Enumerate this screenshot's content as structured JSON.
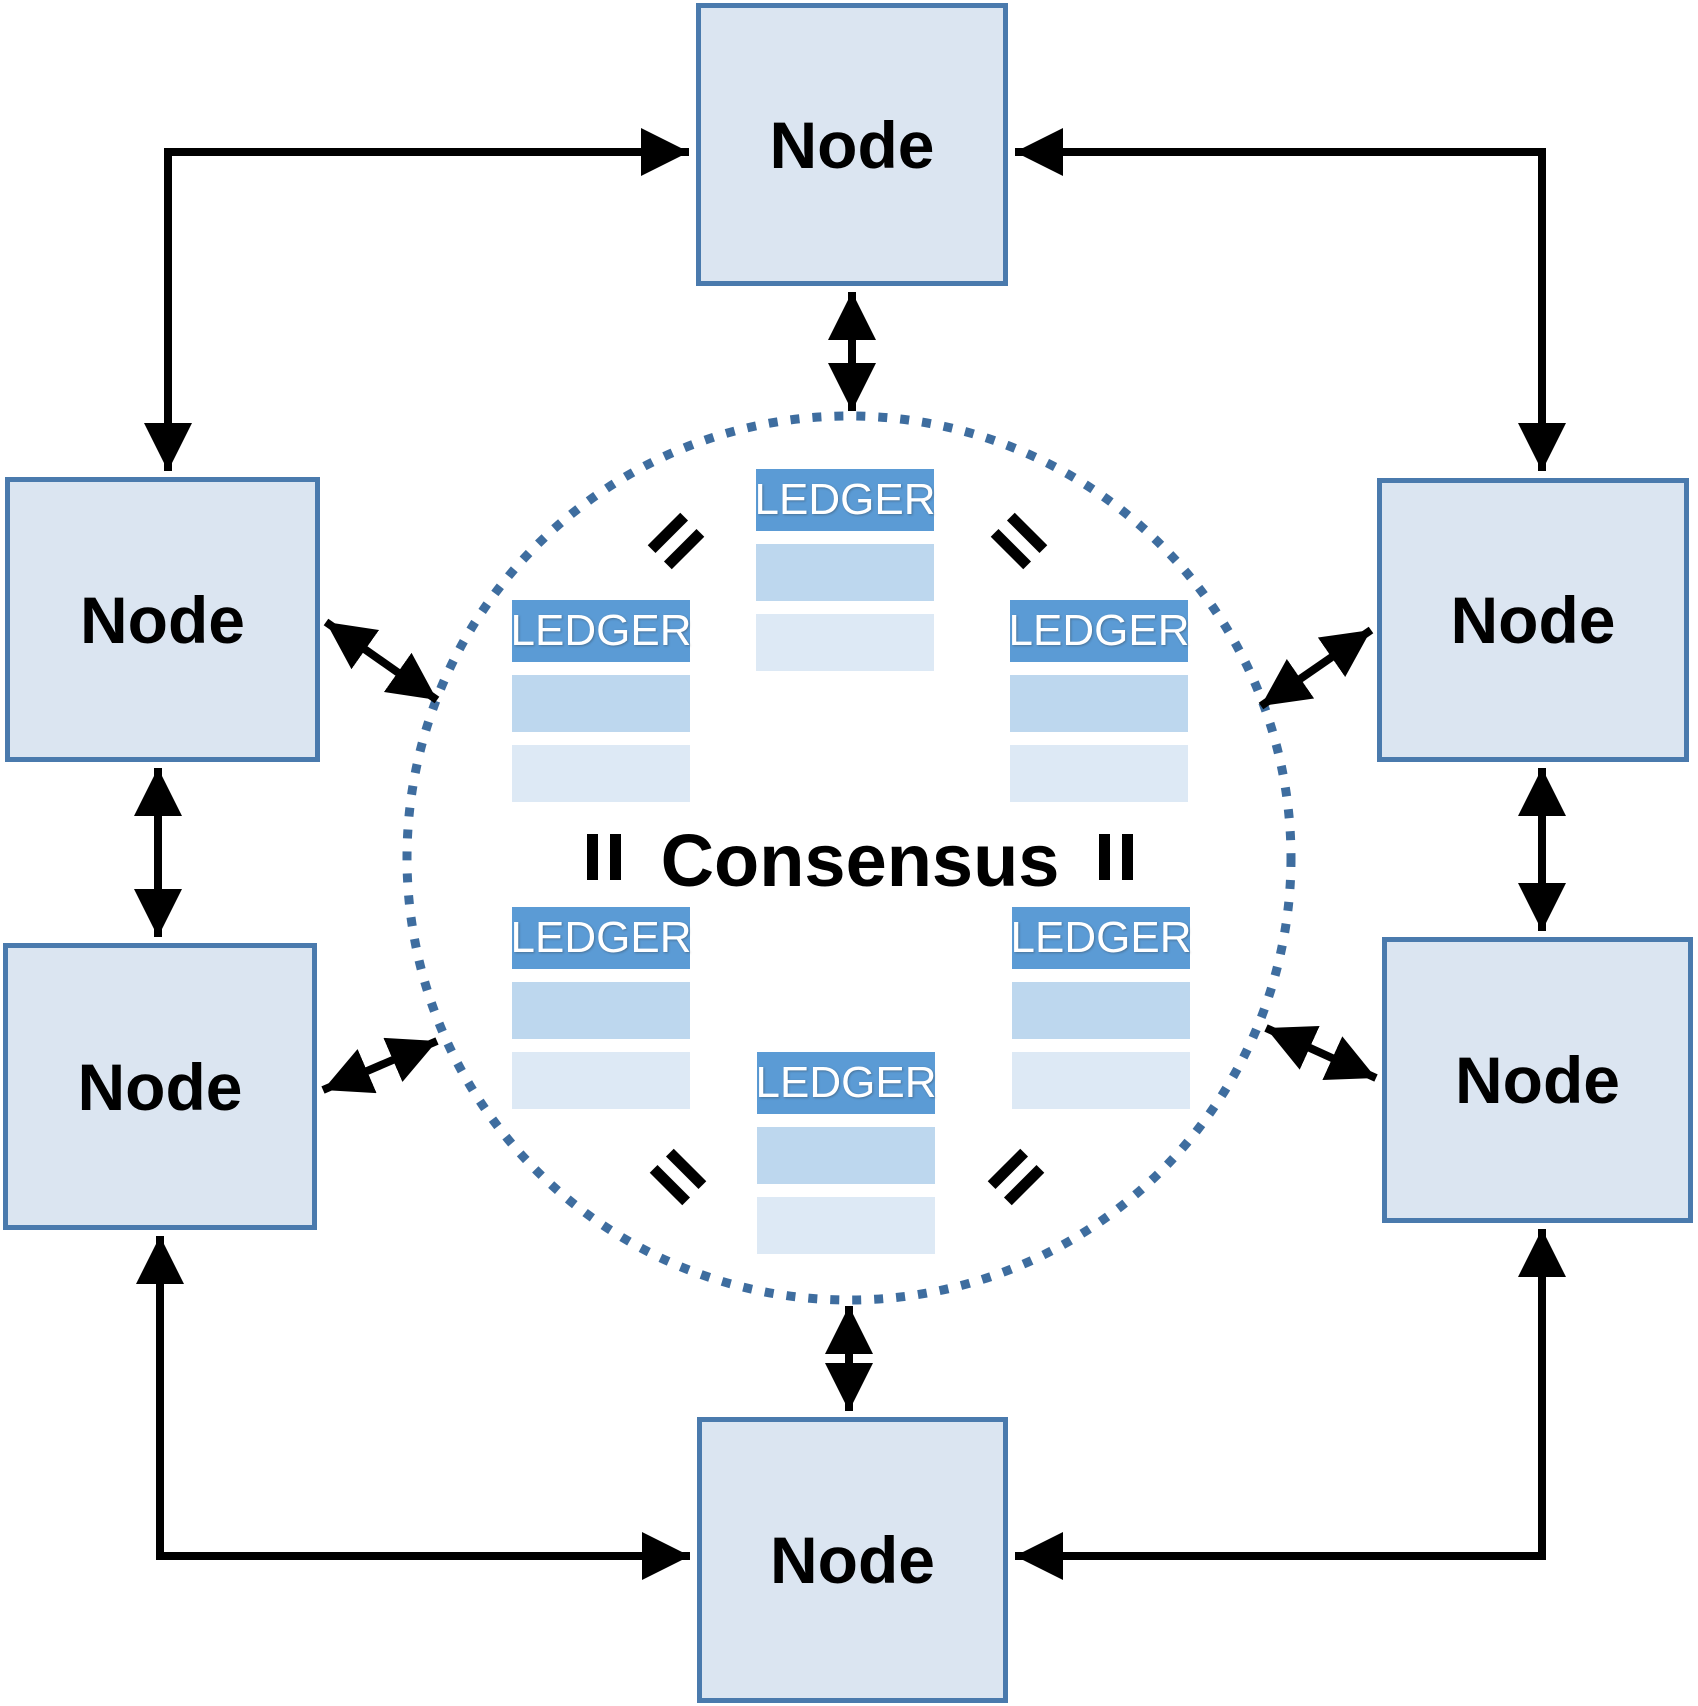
{
  "diagram": {
    "center": {
      "label": "Consensus"
    },
    "nodes": [
      {
        "id": "top",
        "label": "Node"
      },
      {
        "id": "left-upper",
        "label": "Node"
      },
      {
        "id": "left-lower",
        "label": "Node"
      },
      {
        "id": "right-upper",
        "label": "Node"
      },
      {
        "id": "right-lower",
        "label": "Node"
      },
      {
        "id": "bottom",
        "label": "Node"
      }
    ],
    "ledgers": [
      {
        "id": "top",
        "label": "LEDGER"
      },
      {
        "id": "left",
        "label": "LEDGER"
      },
      {
        "id": "right",
        "label": "LEDGER"
      },
      {
        "id": "lower-left",
        "label": "LEDGER"
      },
      {
        "id": "lower-right",
        "label": "LEDGER"
      },
      {
        "id": "bottom",
        "label": "LEDGER"
      }
    ],
    "colors": {
      "node_fill": "#dbe5f1",
      "node_border": "#4a7aad",
      "ledger_header": "#5b9bd5",
      "ledger_row_mid": "#bdd7ee",
      "ledger_row_light": "#dde9f5",
      "circle_dots": "#3e6d9f",
      "arrow": "#000000",
      "text": "#000000"
    }
  }
}
